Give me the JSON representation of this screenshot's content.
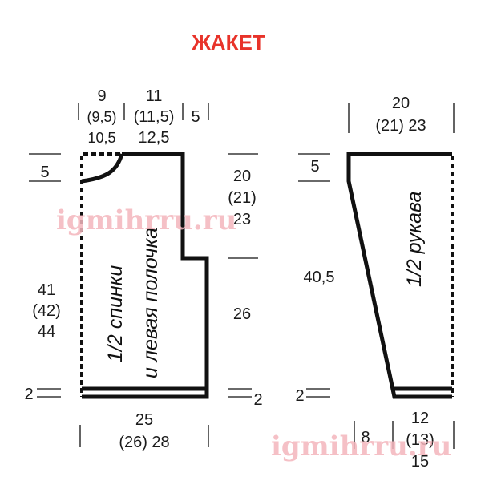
{
  "title": "ЖАКЕТ",
  "watermark": "igmihrru.ru",
  "colors": {
    "title": "#e8332a",
    "outline": "#111111",
    "watermark": "#f4b6bd"
  },
  "body_piece": {
    "label_line1": "1/2 спинки",
    "label_line2": "и левая полочка",
    "top_width_left": [
      "9",
      "(9,5)",
      "10,5"
    ],
    "top_width_right": [
      "11",
      "(11,5)",
      "12,5"
    ],
    "top_width_edge": "5",
    "left_neck_depth": "5",
    "left_height": [
      "41",
      "(42)",
      "44"
    ],
    "left_hem": "2",
    "right_upper": [
      "20",
      "(21)",
      "23"
    ],
    "right_lower": "26",
    "right_hem": "2",
    "bottom_width": [
      "25",
      "(26) 28"
    ]
  },
  "sleeve_piece": {
    "label": "1/2 рукава",
    "top_width": [
      "20",
      "(21) 23"
    ],
    "left_top": "5",
    "left_height": "40,5",
    "left_hem": "2",
    "bottom_left": "8",
    "bottom_width": [
      "12",
      "(13)",
      "15"
    ]
  }
}
